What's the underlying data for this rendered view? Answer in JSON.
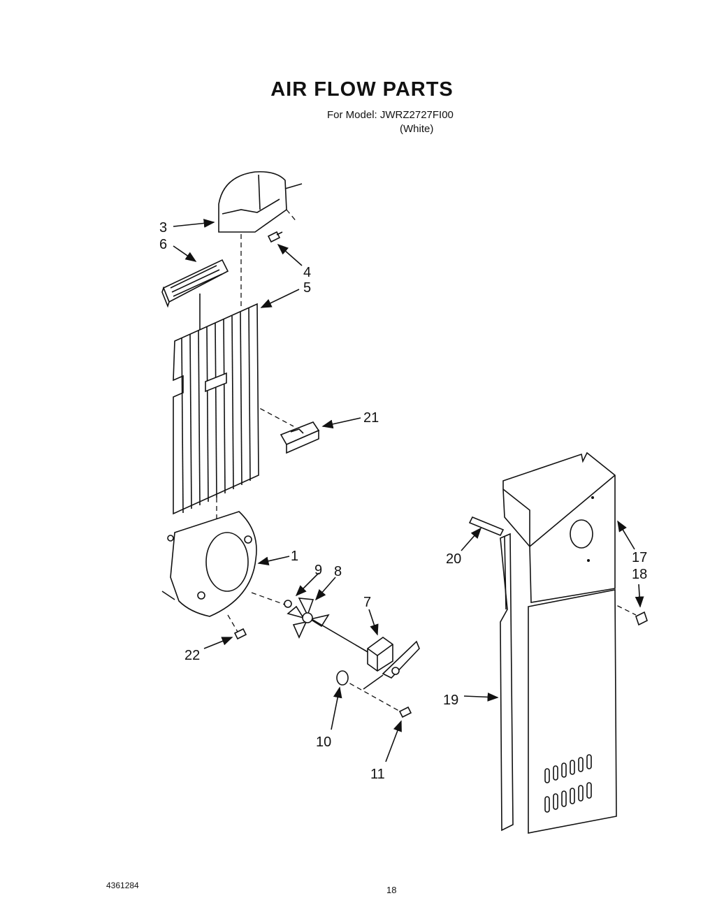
{
  "title": "AIR FLOW PARTS",
  "model_line": "For Model: JWRZ2727FI00",
  "variant_line": "(White)",
  "document_number": "4361284",
  "page_number": "18",
  "callouts": [
    "1",
    "3",
    "4",
    "5",
    "6",
    "7",
    "8",
    "9",
    "10",
    "11",
    "17",
    "18",
    "19",
    "20",
    "21",
    "22"
  ]
}
